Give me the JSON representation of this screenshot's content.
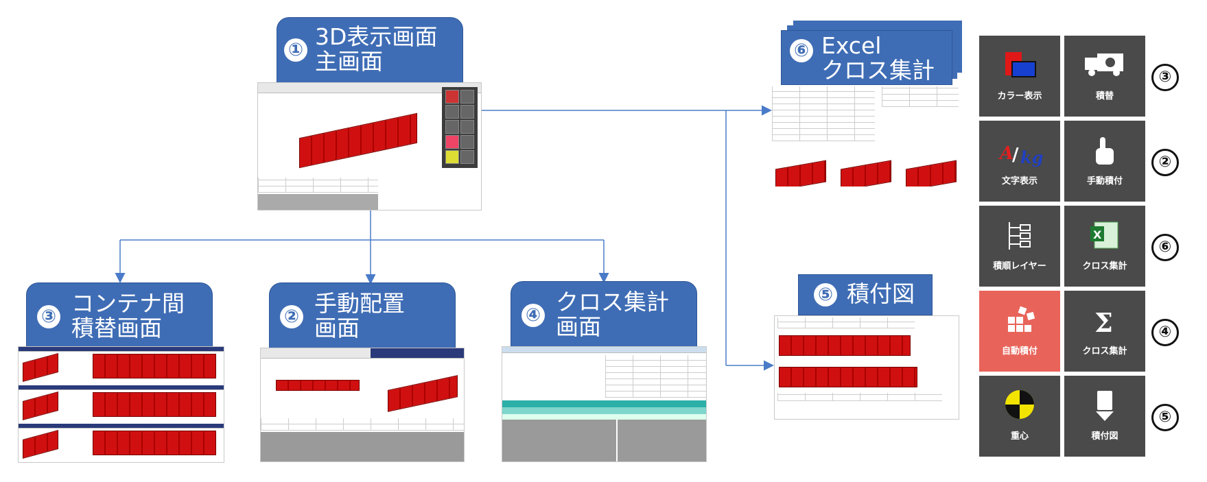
{
  "screens": {
    "main3d": {
      "num": "①",
      "line1": "3D表示画面",
      "line2": "主画面"
    },
    "container": {
      "num": "③",
      "line1": "コンテナ間",
      "line2": "積替画面"
    },
    "manual": {
      "num": "②",
      "line1": "手動配置",
      "line2": "画面"
    },
    "cross": {
      "num": "④",
      "line1": "クロス集計",
      "line2": "画面"
    },
    "excel": {
      "num": "⑥",
      "line1": "Excel",
      "line2": "クロス集計"
    },
    "loading": {
      "num": "⑤",
      "line1": "積付図",
      "line2": ""
    }
  },
  "panel": {
    "buttons": [
      {
        "label": "カラー表示",
        "icon": "color-display-icon"
      },
      {
        "label": "積替",
        "icon": "transfer-truck-icon"
      },
      {
        "label": "文字表示",
        "icon": "text-display-icon"
      },
      {
        "label": "手動積付",
        "icon": "hand-pointer-icon"
      },
      {
        "label": "積順レイヤー",
        "icon": "layer-tree-icon"
      },
      {
        "label": "クロス集計",
        "icon": "excel-icon"
      },
      {
        "label": "自動積付",
        "icon": "auto-load-icon"
      },
      {
        "label": "クロス集計",
        "icon": "sigma-icon"
      },
      {
        "label": "重心",
        "icon": "center-of-gravity-icon"
      },
      {
        "label": "積付図",
        "icon": "loading-diagram-icon"
      }
    ],
    "row_numbers": [
      "③",
      "②",
      "⑥",
      "④",
      "⑤"
    ],
    "colors": {
      "button": "#4a4a4a",
      "highlight": "#e8645a"
    }
  },
  "colors": {
    "tab": "#3f6db5",
    "arrow": "#4a7bc8",
    "cargo": "#d01010"
  }
}
